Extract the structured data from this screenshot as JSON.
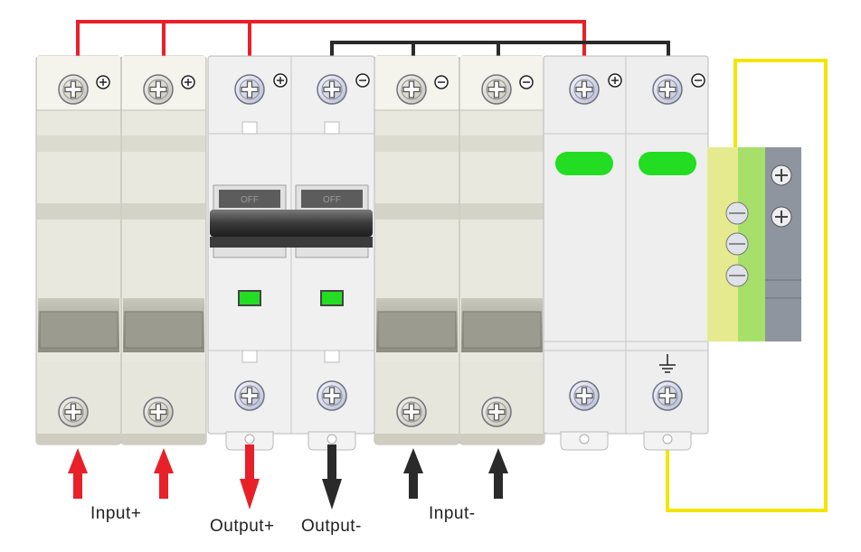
{
  "labels": {
    "input_plus": "Input+",
    "output_plus": "Output+",
    "output_minus": "Output-",
    "input_minus": "Input-"
  },
  "handle_text": "OFF",
  "colors": {
    "positive_wire": "#e8202a",
    "negative_wire": "#2a2a2a",
    "ground_wire": "#f2e600",
    "indicator_green": "#22dd22",
    "terminal_blue": "#d9dcf0",
    "breaker_body": "#e9e8df",
    "breaker_body_light": "#f1f1f1",
    "ground_strip_yellow": "#e8ec90",
    "ground_strip_green": "#a8e070",
    "ground_block_grey": "#8e949c"
  },
  "poles": [
    {
      "id": "fuse-pos-1",
      "polarity": "plus",
      "type": "fuse"
    },
    {
      "id": "fuse-pos-2",
      "polarity": "plus",
      "type": "fuse"
    },
    {
      "id": "breaker-pos",
      "polarity": "plus",
      "type": "breaker"
    },
    {
      "id": "breaker-neg",
      "polarity": "minus",
      "type": "breaker"
    },
    {
      "id": "fuse-neg-1",
      "polarity": "minus",
      "type": "fuse"
    },
    {
      "id": "fuse-neg-2",
      "polarity": "minus",
      "type": "fuse"
    },
    {
      "id": "spd-pos",
      "polarity": "plus",
      "type": "spd"
    },
    {
      "id": "spd-neg",
      "polarity": "minus",
      "type": "spd",
      "bottom_symbol": "ground"
    }
  ],
  "arrows": [
    {
      "name": "input-plus-arrow-1",
      "direction": "up",
      "color": "red"
    },
    {
      "name": "input-plus-arrow-2",
      "direction": "up",
      "color": "red"
    },
    {
      "name": "output-plus-arrow",
      "direction": "down",
      "color": "red"
    },
    {
      "name": "output-minus-arrow",
      "direction": "down",
      "color": "black"
    },
    {
      "name": "input-minus-arrow-1",
      "direction": "up",
      "color": "black"
    },
    {
      "name": "input-minus-arrow-2",
      "direction": "up",
      "color": "black"
    }
  ]
}
